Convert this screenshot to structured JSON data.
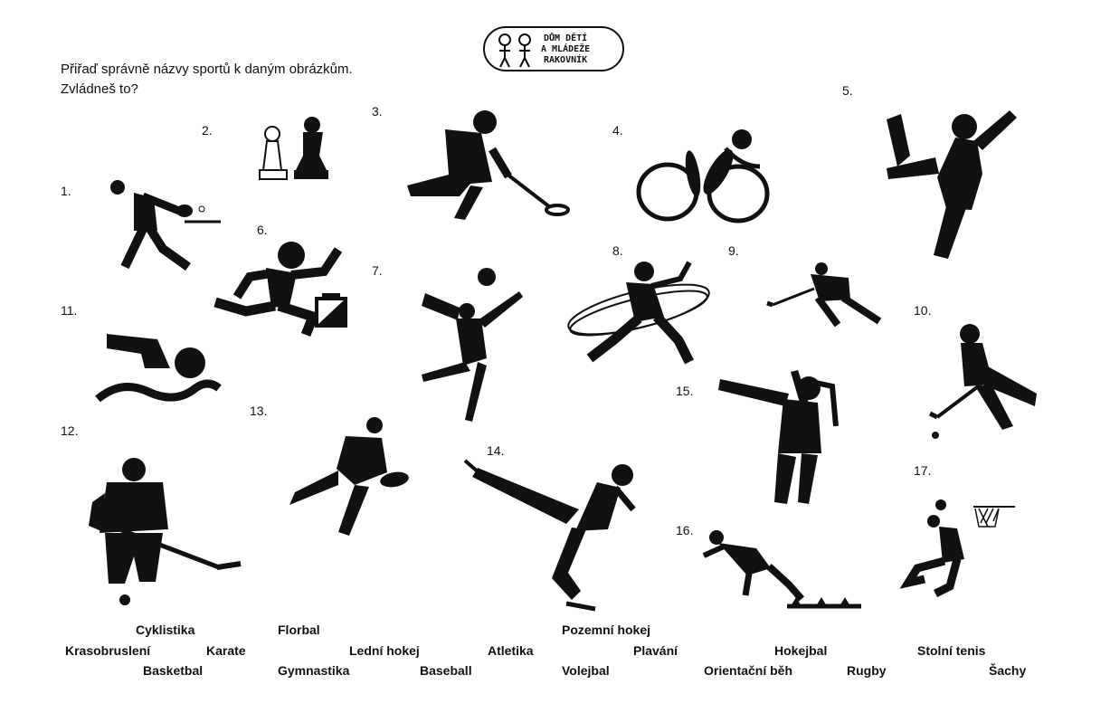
{
  "logo": {
    "line1": "DŮM DĚTÍ",
    "line2": "A MLÁDEŽE",
    "line3": "RAKOVNÍK"
  },
  "instructions": {
    "line1": "Přiřaď správně názvy sportů k daným obrázkům.",
    "line2": "Zvládneš to?"
  },
  "numbers": [
    "1.",
    "2.",
    "3.",
    "4.",
    "5.",
    "6.",
    "7.",
    "8.",
    "9.",
    "10.",
    "11.",
    "12.",
    "13.",
    "14.",
    "15.",
    "16.",
    "17."
  ],
  "word_bank": {
    "row1": [
      "Cyklistika",
      "Florbal",
      "Pozemní hokej"
    ],
    "row2": [
      "Krasobruslení",
      "Karate",
      "Lední hokej",
      "Atletika",
      "Plavání",
      "Hokejbal",
      "Stolní tenis"
    ],
    "row3": [
      "Basketbal",
      "Gymnastika",
      "Baseball",
      "Volejbal",
      "Orientační běh",
      "Rugby",
      "Šachy"
    ]
  },
  "pictures": [
    "table-tennis-icon",
    "chess-icon",
    "floorball-icon",
    "cycling-icon",
    "gymnastics-icon",
    "orienteering-icon",
    "volleyball-icon",
    "baseball-icon",
    "hockeyball-icon",
    "field-hockey-icon",
    "swimming-icon",
    "ice-hockey-icon",
    "rugby-icon",
    "figure-skating-icon",
    "karate-icon",
    "athletics-icon",
    "basketball-icon"
  ],
  "colors": {
    "ink": "#111111",
    "paper": "#ffffff"
  }
}
